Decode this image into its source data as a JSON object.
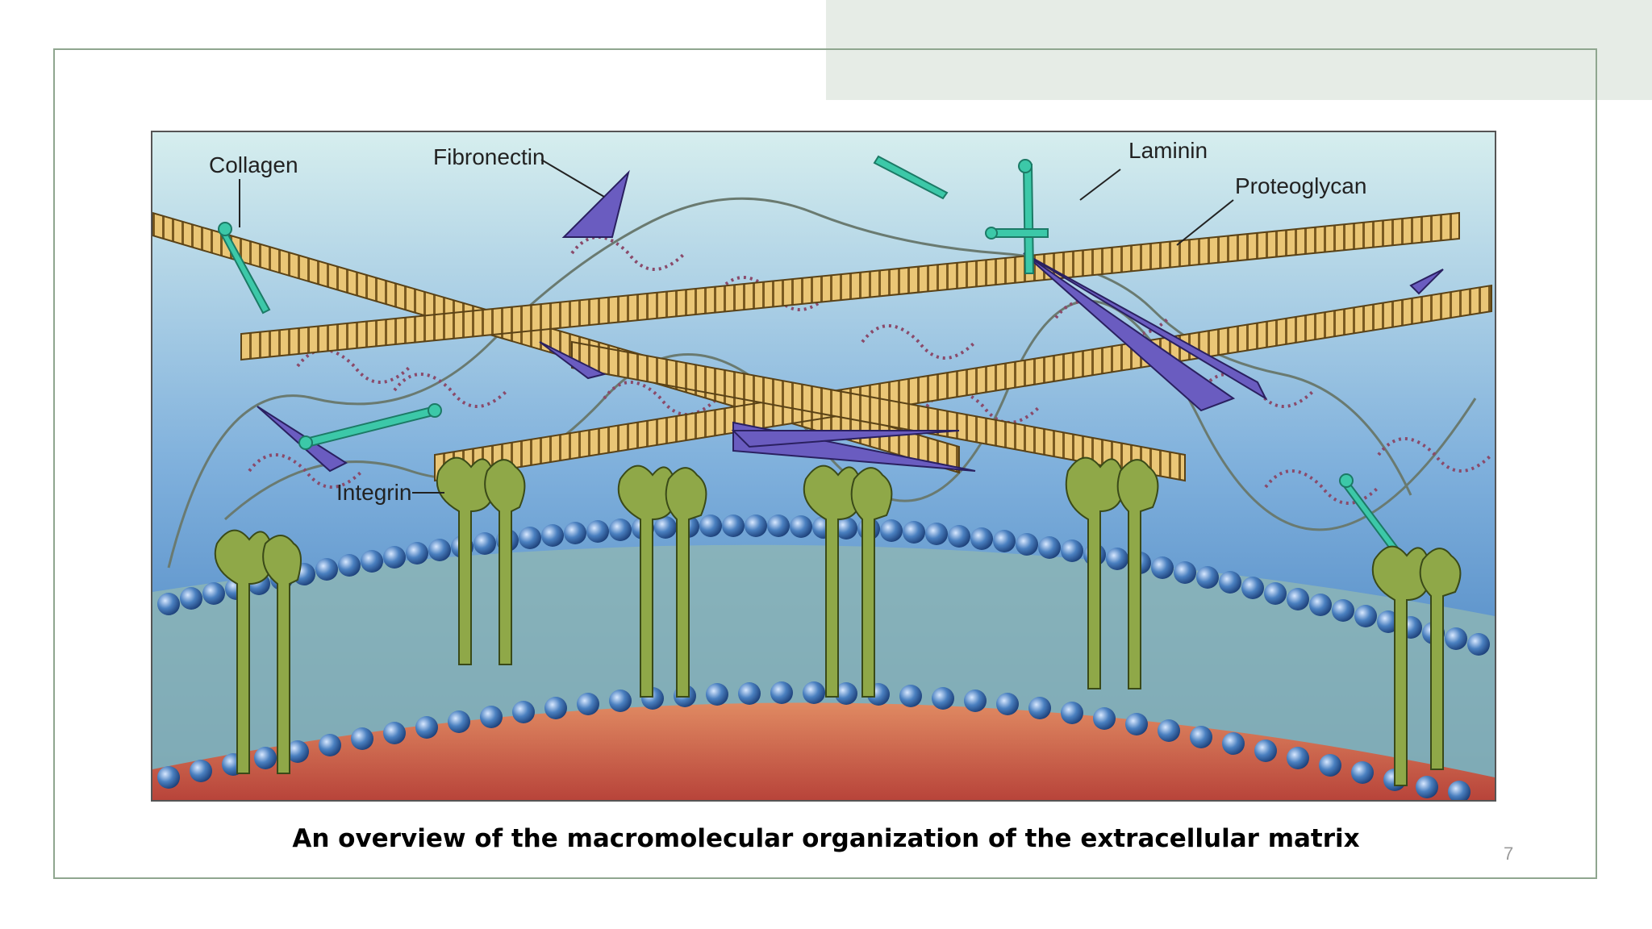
{
  "caption": "An overview of the macromolecular organization of the extracellular matrix",
  "page_number": "7",
  "figure": {
    "labels": {
      "collagen": "Collagen",
      "fibronectin": "Fibronectin",
      "laminin": "Laminin",
      "proteoglycan": "Proteoglycan",
      "integrin": "Integrin"
    }
  },
  "colors": {
    "background_top": "#d8eeee",
    "background_bottom": "#3f7fc0",
    "collagen": "#e8c06a",
    "integrin": "#8fa848",
    "fibronectin": "#6a5cc0",
    "laminin": "#3cc8a8",
    "lipid_head": "#3a6fb0",
    "cytoplasm": "#d86a50",
    "frame": "#8fa68f"
  }
}
